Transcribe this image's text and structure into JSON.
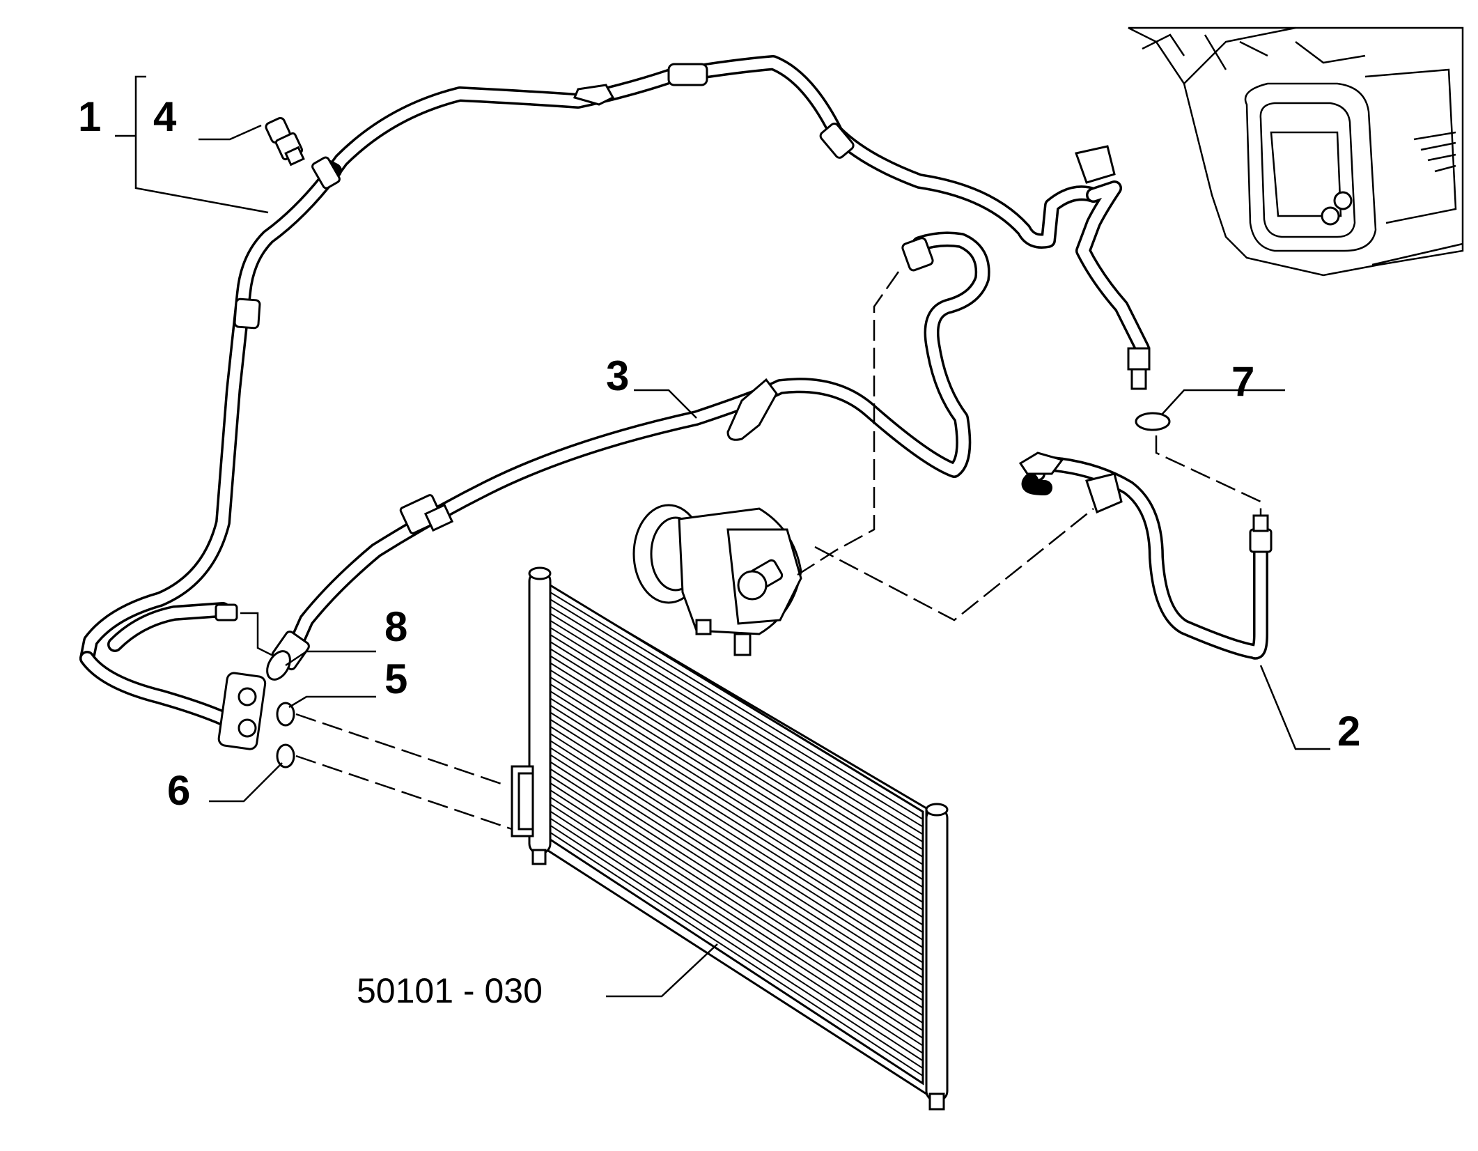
{
  "callouts": {
    "c1": "1",
    "c2": "2",
    "c3": "3",
    "c4": "4",
    "c5": "5",
    "c6": "6",
    "c7": "7",
    "c8": "8"
  },
  "reference": "50101 - 030"
}
